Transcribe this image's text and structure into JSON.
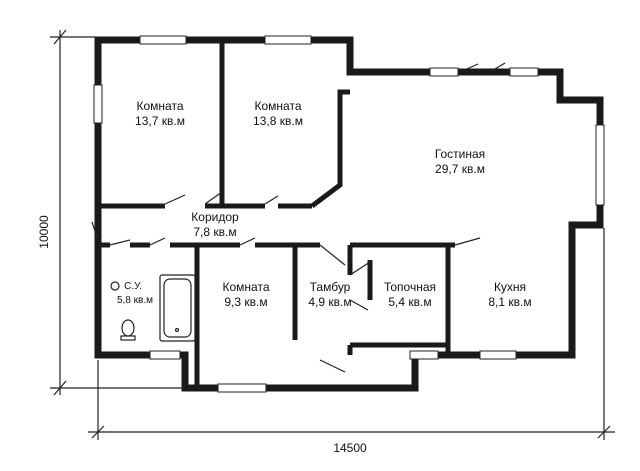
{
  "rooms": [
    {
      "name": "Комната",
      "area": "13,7 кв.м"
    },
    {
      "name": "Комната",
      "area": "13,8 кв.м"
    },
    {
      "name": "Гостиная",
      "area": "29,7 кв.м"
    },
    {
      "name": "Коридор",
      "area": "7,8 кв.м"
    },
    {
      "name": "С.У.",
      "area": "5,8 кв.м"
    },
    {
      "name": "Комната",
      "area": "9,3 кв.м"
    },
    {
      "name": "Тамбур",
      "area": "4,9 кв.м"
    },
    {
      "name": "Топочная",
      "area": "5,4 кв.м"
    },
    {
      "name": "Кухня",
      "area": "8,1 кв.м"
    }
  ],
  "dimensions": {
    "height": "10000",
    "width": "14500"
  }
}
